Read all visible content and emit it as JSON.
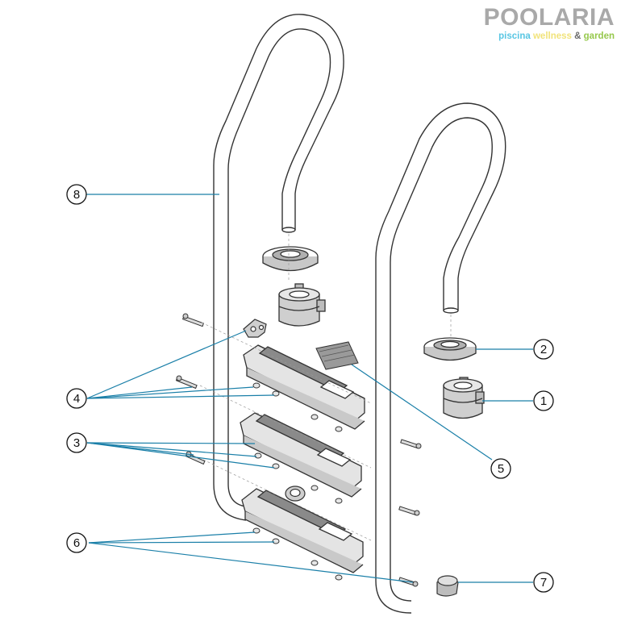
{
  "brand": {
    "name": "POOLARIA",
    "tagline_part1": "piscina",
    "tagline_part2": "wellness",
    "tagline_amp": "&",
    "tagline_part3": "garden",
    "colors": {
      "brand_gray": "#a9a9a9",
      "tag_blue": "#58c6e3",
      "tag_yellow": "#f1e37a",
      "tag_green": "#96c84c"
    }
  },
  "leader_color": "#1a7fa8",
  "callouts": [
    {
      "id": "callout-1",
      "number": "1"
    },
    {
      "id": "callout-2",
      "number": "2"
    },
    {
      "id": "callout-3",
      "number": "3"
    },
    {
      "id": "callout-4",
      "number": "4"
    },
    {
      "id": "callout-5",
      "number": "5"
    },
    {
      "id": "callout-6",
      "number": "6"
    },
    {
      "id": "callout-7",
      "number": "7"
    },
    {
      "id": "callout-8",
      "number": "8"
    }
  ]
}
